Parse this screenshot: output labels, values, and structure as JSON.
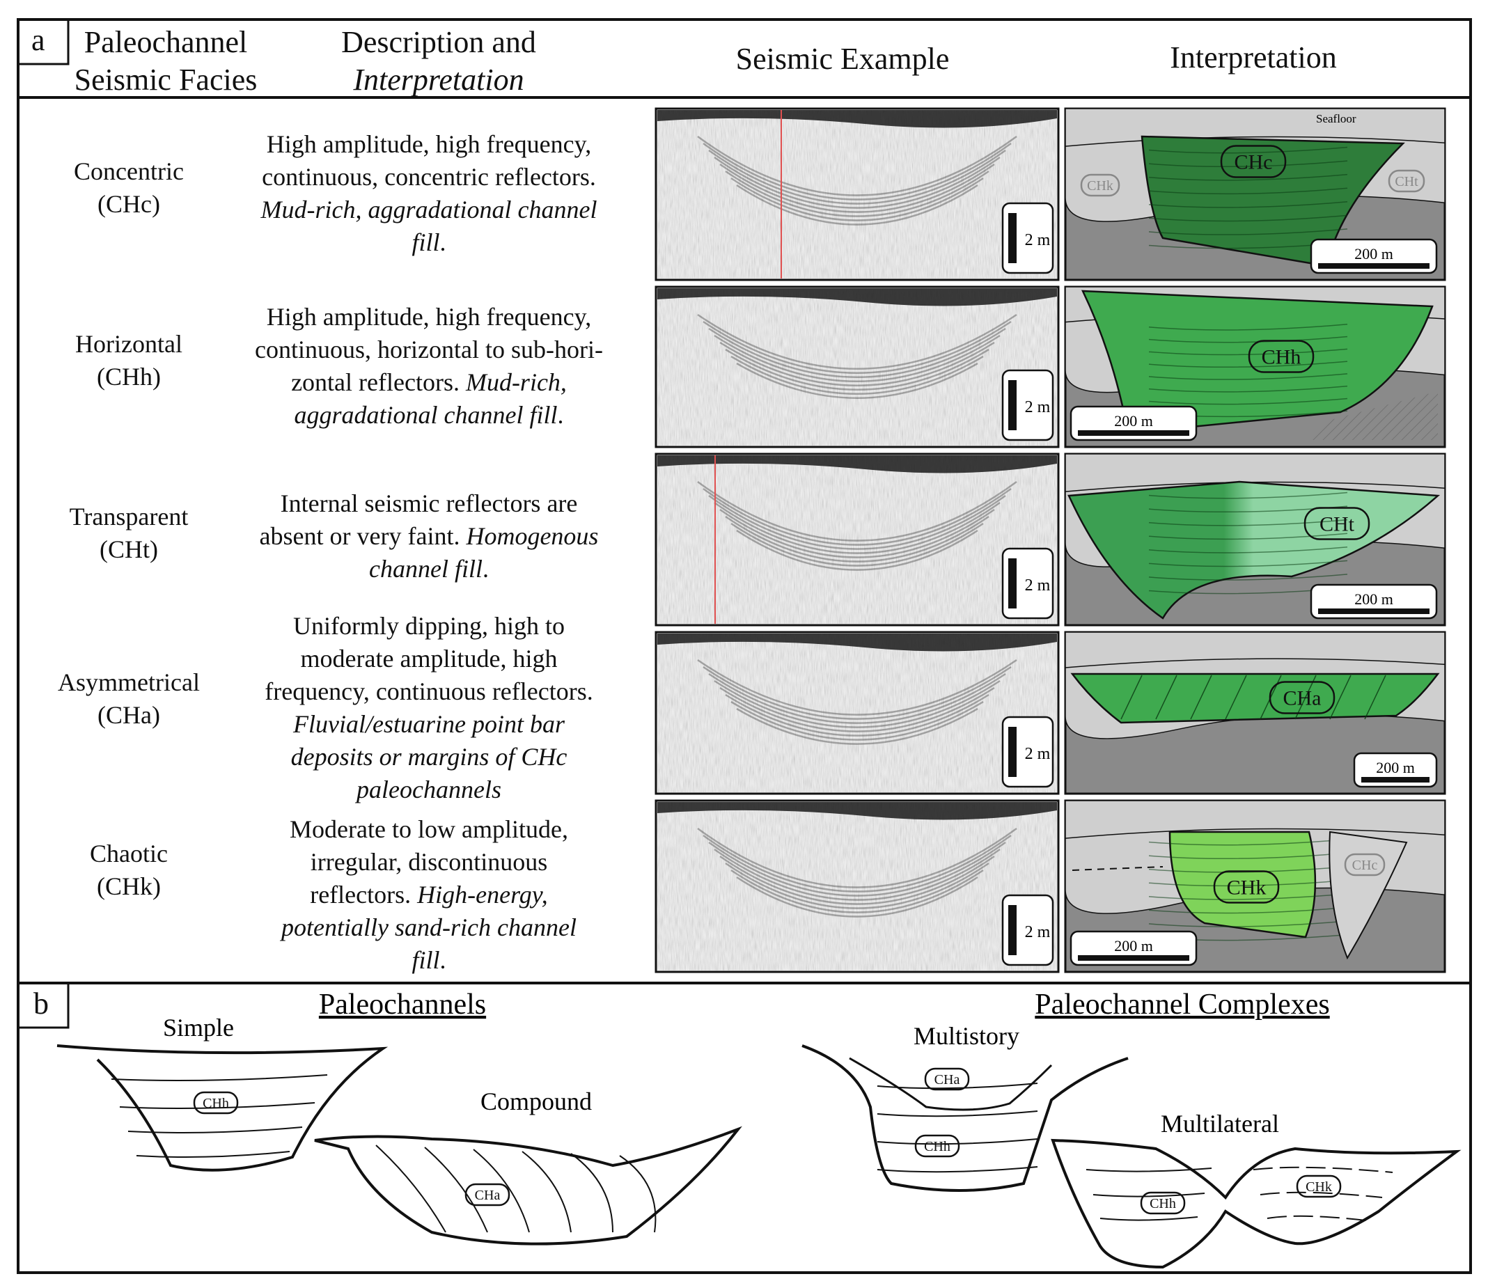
{
  "panel_a": {
    "letter": "a",
    "headers": {
      "facies": [
        "Paleochannel",
        "Seismic Facies"
      ],
      "description": [
        "Description and",
        "Interpretation"
      ],
      "seismic": "Seismic Example",
      "interpretation": "Interpretation"
    },
    "rows": [
      {
        "name": "Concentric",
        "code": "(CHc)",
        "desc_lines": [
          {
            "text": "High  amplitude, high frequency,",
            "italic": false
          },
          {
            "text": "continuous, concentric reflectors.",
            "italic": false
          },
          {
            "text": "Mud-rich, aggradational channel",
            "italic": true
          },
          {
            "text": "fill",
            "italic": true,
            "suffix": "."
          }
        ],
        "tag": "CHc",
        "side_tags": [
          "CHk",
          "CHt"
        ],
        "seafloor": "Seafloor",
        "vscale": "2 m",
        "hscale": "200 m"
      },
      {
        "name": "Horizontal",
        "code": "(CHh)",
        "desc_lines": [
          {
            "text": "High  amplitude, high frequency,",
            "italic": false
          },
          {
            "text": "continuous, horizontal to sub-hori-",
            "italic": false
          },
          {
            "text": "zontal reflectors. ",
            "italic": false,
            "tail_italic": "Mud-rich,"
          },
          {
            "text": "aggradational channel fill",
            "italic": true,
            "suffix": "."
          }
        ],
        "tag": "CHh",
        "vscale": "2 m",
        "hscale": "200 m"
      },
      {
        "name": "Transparent",
        "code": "(CHt)",
        "desc_lines": [
          {
            "text": "Internal seismic reflectors are",
            "italic": false
          },
          {
            "text": "absent or very faint. ",
            "italic": false,
            "tail_italic": "Homogenous"
          },
          {
            "text": "channel fill",
            "italic": true,
            "suffix": "."
          }
        ],
        "tag": "CHt",
        "vscale": "2 m",
        "hscale": "200 m"
      },
      {
        "name": "Asymmetrical",
        "code": "(CHa)",
        "desc_lines": [
          {
            "text": "Uniformly dipping, high to",
            "italic": false
          },
          {
            "text": "moderate amplitude, high",
            "italic": false
          },
          {
            "text": "frequency, continuous reflectors.",
            "italic": false
          },
          {
            "text": "Fluvial/estuarine point bar",
            "italic": true
          },
          {
            "text": "deposits or margins of CHc",
            "italic": true
          },
          {
            "text": "paleochannels",
            "italic": true
          }
        ],
        "tag": "CHa",
        "vscale": "2 m",
        "hscale": "200 m"
      },
      {
        "name": "Chaotic",
        "code": "(CHk)",
        "desc_lines": [
          {
            "text": "Moderate to low amplitude,",
            "italic": false
          },
          {
            "text": "irregular, discontinuous",
            "italic": false
          },
          {
            "text": "reflectors. ",
            "italic": false,
            "tail_italic": "High-energy,"
          },
          {
            "text": "potentially sand-rich channel",
            "italic": true
          },
          {
            "text": "fill",
            "italic": true,
            "suffix": "."
          }
        ],
        "tag": "CHk",
        "side_tags": [
          "CHc"
        ],
        "vscale": "2 m",
        "hscale": "200 m"
      }
    ]
  },
  "panel_b": {
    "letter": "b",
    "paleochannels_title": "Paleochannels",
    "complexes_title": "Paleochannel Complexes",
    "sketches": {
      "simple": {
        "label": "Simple",
        "tag": "CHh"
      },
      "compound": {
        "label": "Compound",
        "tag": "CHa"
      },
      "multistory": {
        "label": "Multistory",
        "tags": [
          "CHa",
          "CHh"
        ]
      },
      "multilateral": {
        "label": "Multilateral",
        "tags": [
          "CHh",
          "CHk"
        ]
      }
    }
  },
  "colors": {
    "dark_green": "#2e7d3a",
    "mid_green": "#3faa4f",
    "light_green": "#8fd6a0",
    "lime_green": "#7fd35a",
    "gray_dark": "#8a8a8a",
    "gray_light": "#cfcfcf"
  }
}
